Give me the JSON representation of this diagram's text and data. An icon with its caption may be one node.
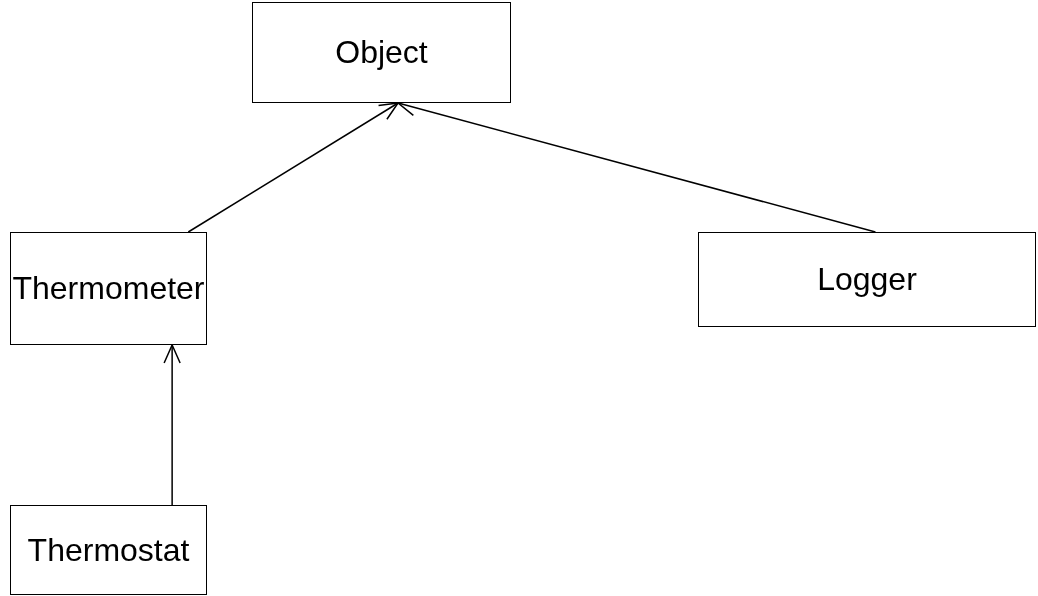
{
  "diagram": {
    "nodes": [
      {
        "text": [
          "Object"
        ]
      },
      {
        "text": [
          "Thermometer"
        ]
      },
      {
        "text": [
          "Logger"
        ]
      },
      {
        "text": [
          "Thermostat"
        ]
      }
    ],
    "edges": [
      {
        "from": 1,
        "to": 0,
        "arrow": "to"
      },
      {
        "from": 2,
        "to": 0,
        "arrow": "to"
      },
      {
        "from": 3,
        "to": 1,
        "arrow": "to"
      }
    ]
  }
}
